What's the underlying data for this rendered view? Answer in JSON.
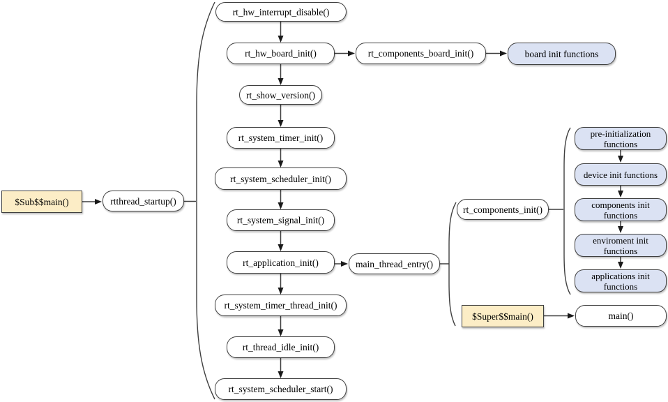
{
  "nodes": {
    "sub_main": "$Sub$$main()",
    "rtthread_startup": "rtthread_startup()",
    "rt_hw_interrupt_disable": "rt_hw_interrupt_disable()",
    "rt_hw_board_init": "rt_hw_board_init()",
    "rt_components_board_init": "rt_components_board_init()",
    "board_init_functions": "board init functions",
    "rt_show_version": "rt_show_version()",
    "rt_system_timer_init": "rt_system_timer_init()",
    "rt_system_scheduler_init": "rt_system_scheduler_init()",
    "rt_system_signal_init": "rt_system_signal_init()",
    "rt_application_init": "rt_application_init()",
    "main_thread_entry": "main_thread_entry()",
    "rt_system_timer_thread_init": "rt_system_timer_thread_init()",
    "rt_thread_idle_init": "rt_thread_idle_init()",
    "rt_system_scheduler_start": "rt_system_scheduler_start()",
    "rt_components_init": "rt_components_init()",
    "pre_initialization_functions": "pre-initialization functions",
    "device_init_functions": "device init functions",
    "components_init_functions": "components init functions",
    "enviroment_init_functions": "enviroment init functions",
    "applications_init_functions": "applications init functions",
    "super_main": "$Super$$main()",
    "main_fn": "main()"
  },
  "edges": [
    {
      "from": "sub_main",
      "to": "rtthread_startup",
      "arrow": true
    },
    {
      "from": "rtthread_startup",
      "to": "startup-sequence-brace",
      "arrow": false
    },
    {
      "from": "rt_hw_interrupt_disable",
      "to": "rt_hw_board_init",
      "arrow": true
    },
    {
      "from": "rt_hw_board_init",
      "to": "rt_components_board_init",
      "arrow": true
    },
    {
      "from": "rt_components_board_init",
      "to": "board_init_functions",
      "arrow": true
    },
    {
      "from": "rt_hw_board_init",
      "to": "rt_show_version",
      "arrow": true
    },
    {
      "from": "rt_show_version",
      "to": "rt_system_timer_init",
      "arrow": true
    },
    {
      "from": "rt_system_timer_init",
      "to": "rt_system_scheduler_init",
      "arrow": true
    },
    {
      "from": "rt_system_scheduler_init",
      "to": "rt_system_signal_init",
      "arrow": true
    },
    {
      "from": "rt_system_signal_init",
      "to": "rt_application_init",
      "arrow": true
    },
    {
      "from": "rt_application_init",
      "to": "main_thread_entry",
      "arrow": true
    },
    {
      "from": "rt_application_init",
      "to": "rt_system_timer_thread_init",
      "arrow": true
    },
    {
      "from": "rt_system_timer_thread_init",
      "to": "rt_thread_idle_init",
      "arrow": true
    },
    {
      "from": "rt_thread_idle_init",
      "to": "rt_system_scheduler_start",
      "arrow": true
    },
    {
      "from": "main_thread_entry",
      "to": "main-thread-brace",
      "arrow": false
    },
    {
      "from": "rt_components_init",
      "to": "components-init-brace",
      "arrow": false
    },
    {
      "from": "pre_initialization_functions",
      "to": "device_init_functions",
      "arrow": true
    },
    {
      "from": "device_init_functions",
      "to": "components_init_functions",
      "arrow": true
    },
    {
      "from": "components_init_functions",
      "to": "enviroment_init_functions",
      "arrow": true
    },
    {
      "from": "enviroment_init_functions",
      "to": "applications_init_functions",
      "arrow": true
    },
    {
      "from": "super_main",
      "to": "main_fn",
      "arrow": true
    }
  ],
  "colors": {
    "background": "#ffffff",
    "box_fill_white": "#ffffff",
    "box_fill_blue": "#dbe2f3",
    "box_fill_yellow": "#fcedc6",
    "stroke": "#3f3f3f",
    "text": "#000000"
  }
}
